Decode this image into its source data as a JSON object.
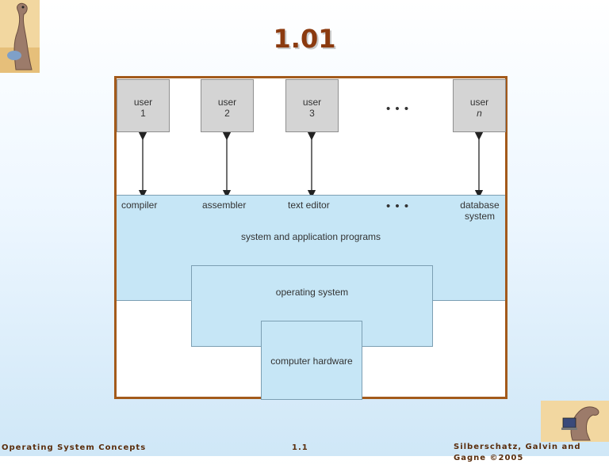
{
  "slide": {
    "title": "1.01"
  },
  "diagram": {
    "users": [
      {
        "label": "user",
        "num": "1"
      },
      {
        "label": "user",
        "num": "2"
      },
      {
        "label": "user",
        "num": "3"
      },
      {
        "label": "user",
        "num": "n"
      }
    ],
    "ellipsis": "• • •",
    "programs": [
      "compiler",
      "assembler",
      "text editor",
      "database system"
    ],
    "programs_band_label": "system and application programs",
    "os_label": "operating system",
    "hardware_label": "computer hardware"
  },
  "footer": {
    "left": "Operating System Concepts",
    "center": "1.1",
    "right": "Silberschatz, Galvin and Gagne ©2005"
  },
  "colors": {
    "title": "#8b3a0f",
    "frame_border": "#a35a1b",
    "layer_fill": "#c6e6f6",
    "user_fill": "#d4d4d4"
  },
  "icons": [
    "dinosaur-logo-icon"
  ]
}
